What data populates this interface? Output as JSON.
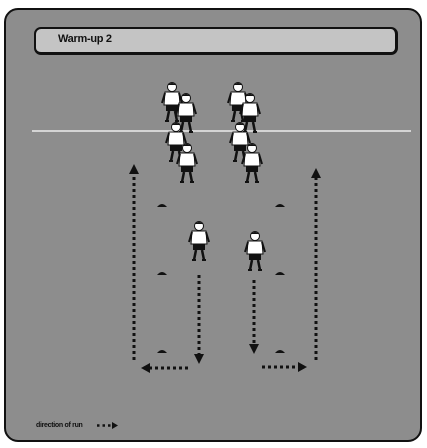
{
  "title": "Warm-up 2",
  "legend": {
    "label": "direction of run"
  },
  "colors": {
    "panel": "#8d8d8d",
    "title_bar": "#c4c4c4",
    "line": "#ffffff",
    "ink": "#111111"
  },
  "players": {
    "waiting_per_column": 4,
    "running_per_column": 1
  },
  "cones_per_column": 3
}
